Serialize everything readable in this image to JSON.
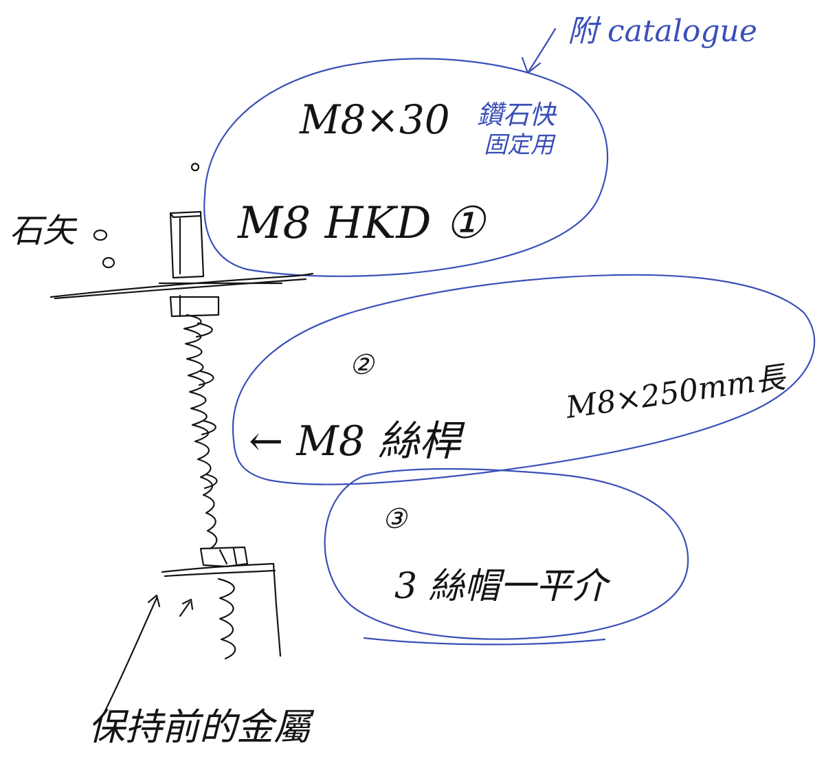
{
  "labels": {
    "catalogue_note": "附 catalogue",
    "bolt_spec": "M8×30",
    "bolt_note_line1": "鑽石快",
    "bolt_note_line2": "固定用",
    "anchor_spec": "M8 HKD ①",
    "brick_label": "石矢",
    "rod_number": "②",
    "rod_label": "← M8 絲桿",
    "rod_spec": "M8×250mm長",
    "nut_number": "③",
    "nut_label": "3 絲帽一平介",
    "bottom_label": "保持前的金屬"
  },
  "colors": {
    "black_ink": "#141414",
    "blue_ink": "#3a4fb8"
  }
}
